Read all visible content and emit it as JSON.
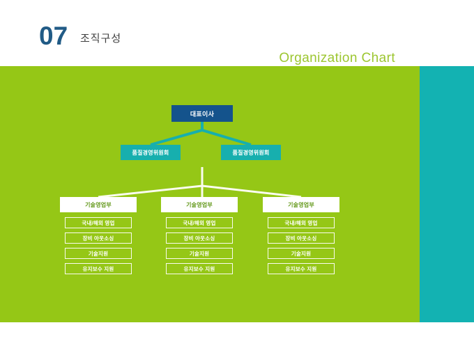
{
  "header": {
    "slide_number": "07",
    "subject": "조직구성",
    "title_en": "Organization Chart"
  },
  "colors": {
    "green_panel": "#95C716",
    "teal_panel": "#13B2B2",
    "ceo_box": "#14538C",
    "committee_box": "#17AFAE",
    "dept_box": "#FFFFFF",
    "dept_text": "#63981A",
    "sub_box_border": "#FAFCEF",
    "slide_number_text": "#215B86",
    "title_en_text": "#9CC630",
    "connector_teal": "#17AFAE",
    "connector_white": "#FAFCEF"
  },
  "chart_data": {
    "type": "diagram",
    "title": "Organization Chart",
    "root": {
      "label": "대표이사"
    },
    "committees": [
      {
        "label": "품질경영위원회"
      },
      {
        "label": "품질경영위원회"
      }
    ],
    "departments": [
      {
        "label": "기술영업부",
        "items": [
          "국내/해외 영업",
          "장비 아웃소싱",
          "기술지원",
          "유지보수 지원"
        ]
      },
      {
        "label": "기술영업부",
        "items": [
          "국내/해외 영업",
          "장비 아웃소싱",
          "기술지원",
          "유지보수 지원"
        ]
      },
      {
        "label": "기술영업부",
        "items": [
          "국내/해외 영업",
          "장비 아웃소싱",
          "기술지원",
          "유지보수 지원"
        ]
      }
    ]
  }
}
